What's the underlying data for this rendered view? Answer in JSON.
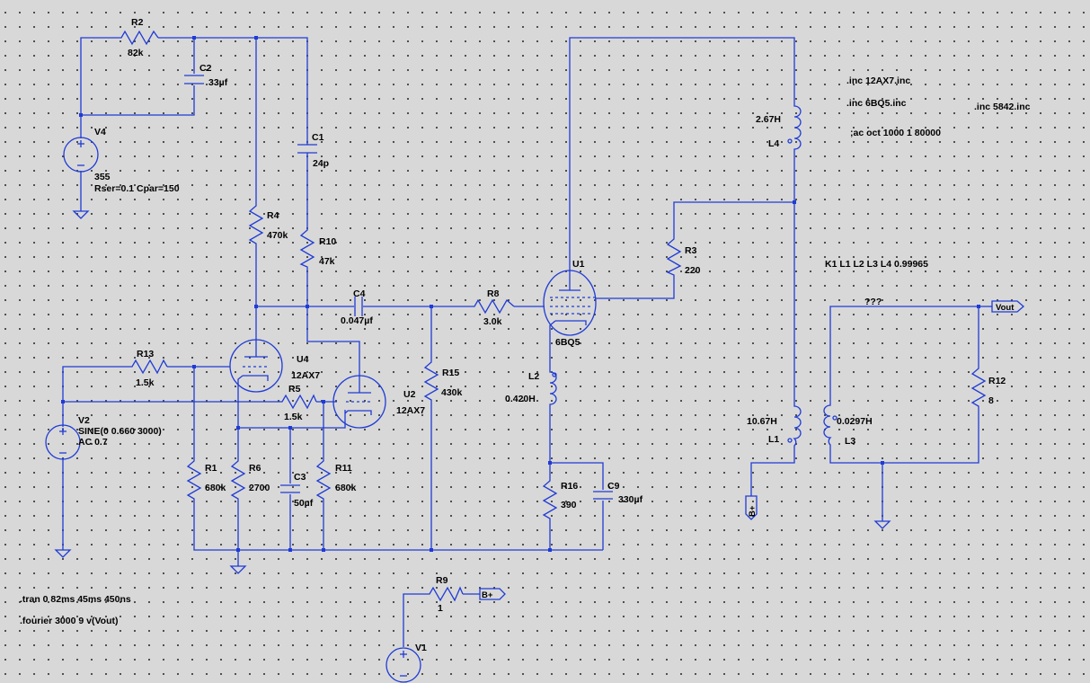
{
  "schematic": {
    "components": {
      "R2": {
        "name": "R2",
        "value": "82k"
      },
      "C2": {
        "name": "C2",
        "value": "33µf"
      },
      "V4": {
        "name": "V4",
        "value": "355",
        "extra": "Rser=0.1 Cpar=150"
      },
      "C1": {
        "name": "C1",
        "value": "24p"
      },
      "R4": {
        "name": "R4",
        "value": "470k"
      },
      "R10": {
        "name": "R10",
        "value": "47k"
      },
      "C4": {
        "name": "C4",
        "value": "0.047µf"
      },
      "R8": {
        "name": "R8",
        "value": "3.0k"
      },
      "U1": {
        "name": "U1",
        "value": "6BQ5"
      },
      "R3": {
        "name": "R3",
        "value": "220"
      },
      "L4": {
        "name": "L4",
        "value": "2.67H"
      },
      "L1": {
        "name": "L1",
        "value": "10.67H"
      },
      "L3": {
        "name": "L3",
        "value": "0.0297H"
      },
      "R12": {
        "name": "R12",
        "value": "8"
      },
      "R13": {
        "name": "R13",
        "value": "1.5k"
      },
      "U4": {
        "name": "U4",
        "value": "12AX7"
      },
      "R5": {
        "name": "R5",
        "value": "1.5k"
      },
      "U2": {
        "name": "U2",
        "value": "12AX7"
      },
      "R15": {
        "name": "R15",
        "value": "430k"
      },
      "V2": {
        "name": "V2",
        "value": "SINE(0 0.660 3000)",
        "extra": "AC 0.7"
      },
      "R1": {
        "name": "R1",
        "value": "680k"
      },
      "R6": {
        "name": "R6",
        "value": "2700"
      },
      "C3": {
        "name": "C3",
        "value": "50µf"
      },
      "R11": {
        "name": "R11",
        "value": "680k"
      },
      "L2": {
        "name": "L2",
        "value": "0.420H"
      },
      "R16": {
        "name": "R16",
        "value": "390"
      },
      "C9": {
        "name": "C9",
        "value": "330µf"
      },
      "R9": {
        "name": "R9",
        "value": "1"
      },
      "V1": {
        "name": "V1"
      }
    },
    "flags": {
      "vout": "Vout",
      "bplus_r9": "B+",
      "bplus_l1": "B+",
      "unknown_net": "???"
    },
    "directives": {
      "inc1": ".inc 12AX7.inc",
      "inc2": ".inc 6BQ5.inc",
      "inc3": ".inc 5842.inc",
      "ac": ";ac oct 1000 1 80000",
      "coupling": "K1 L1 L2 L3 L4 0.99965",
      "tran": ".tran 0 82ms 45ms 450ns",
      "fourier": ".fourier 3000 9  v(Vout)"
    },
    "colors": {
      "background": "#d8d8d8",
      "wire": "#1f3bd6",
      "text": "#000000"
    }
  }
}
